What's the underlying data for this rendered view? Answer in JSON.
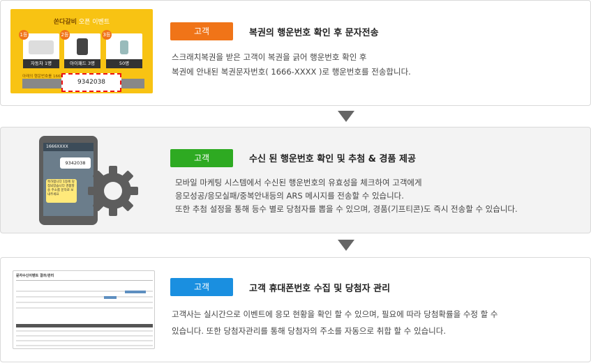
{
  "steps": [
    {
      "badge": "고객",
      "title": "복권의 행운번호 확인 후 문자전송",
      "desc": [
        "스크래치복권을 받은 고객이 복권을 긁어 행운번호 확인  후",
        "복권에 안내된 복권문자번호( 1666-XXXX )로 행운번호를 전송합니다."
      ],
      "colors": {
        "badge": "#f07418"
      },
      "thumb": {
        "brand": "쏜다갈비",
        "event": " 오픈 이벤트",
        "prizes": [
          {
            "rank": "1등",
            "label": "자동차 1명"
          },
          {
            "rank": "2등",
            "label": "아이패드 3명"
          },
          {
            "rank": "3등",
            "label": "50명"
          }
        ],
        "notice": "아래의 행운번호를 1666-XXXX로 문자 전송하세요",
        "code": "9342038"
      }
    },
    {
      "badge": "고객",
      "title": "수신 된 행운번호 확인 및 추첨 & 경품 제공",
      "desc": [
        "모바일 마케팅 시스템에서 수신된 행운번호의 유효성을 체크하여 고객에게",
        "응모성공/응모실패/중복안내등의 ARS 메시지를 전송할 수 있습니다.",
        "또한 추첨 설정을 통해 등수 별로 당첨자를 뽑을 수 있으며,  경품(기프티콘)도 즉시 전송할 수 있습니다."
      ],
      "colors": {
        "badge": "#2eaa22"
      },
      "phone": {
        "sender": "1666XXXX",
        "code": "9342038",
        "reply": "축하합니다 1등에 당첨되었습니다 경품발송 주소를 문자로 보내주세요"
      }
    },
    {
      "badge": "고객",
      "title": "고객 휴대폰번호 수집 및 당첨자 관리",
      "desc": [
        "고객사는 실시간으로 이벤트에 응모 현황을 확인 할 수 있으며, 필요에 따라 당첨확률을 수정 할 수",
        "있습니다.  또한 당첨자관리를 통해 당첨자의 주소를 자동으로 취합 할 수 있습니다."
      ],
      "colors": {
        "badge": "#1a8fe0"
      },
      "thumb": {
        "header": "문자수신이벤트  결과/관리"
      }
    }
  ],
  "icons": {
    "arrow": "down-triangle-icon",
    "gear": "gear-icon"
  }
}
